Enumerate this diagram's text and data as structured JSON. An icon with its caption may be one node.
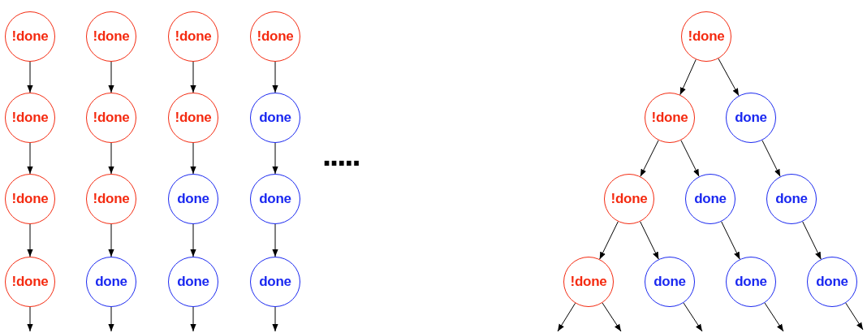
{
  "diagram": {
    "nodes": [
      {
        "text": [
          "!done"
        ]
      },
      {
        "text": [
          "!done"
        ]
      },
      {
        "text": [
          "!done"
        ]
      },
      {
        "text": [
          "!done"
        ]
      },
      {
        "text": [
          "!done"
        ]
      },
      {
        "text": [
          "!done"
        ]
      },
      {
        "text": [
          "!done"
        ]
      },
      {
        "text": [
          "done"
        ]
      },
      {
        "text": [
          "!done"
        ]
      },
      {
        "text": [
          "!done"
        ]
      },
      {
        "text": [
          "done"
        ]
      },
      {
        "text": [
          "done"
        ]
      },
      {
        "text": [
          "!done"
        ]
      },
      {
        "text": [
          "done"
        ]
      },
      {
        "text": [
          "done"
        ]
      },
      {
        "text": [
          "done"
        ]
      },
      {
        "text": [
          "!done"
        ]
      },
      {
        "text": [
          "!done"
        ]
      },
      {
        "text": [
          "done"
        ]
      },
      {
        "text": [
          "!done"
        ]
      },
      {
        "text": [
          "done"
        ]
      },
      {
        "text": [
          "done"
        ]
      },
      {
        "text": [
          "!done"
        ]
      },
      {
        "text": [
          "done"
        ]
      },
      {
        "text": [
          "done"
        ]
      },
      {
        "text": [
          "done"
        ]
      }
    ],
    "edges": [
      {
        "from": 0,
        "to": 4,
        "arrow": "to"
      },
      {
        "from": 4,
        "to": 8,
        "arrow": "to"
      },
      {
        "from": 8,
        "to": 12,
        "arrow": "to"
      },
      {
        "from": 1,
        "to": 5,
        "arrow": "to"
      },
      {
        "from": 5,
        "to": 9,
        "arrow": "to"
      },
      {
        "from": 9,
        "to": 13,
        "arrow": "to"
      },
      {
        "from": 2,
        "to": 6,
        "arrow": "to"
      },
      {
        "from": 6,
        "to": 10,
        "arrow": "to"
      },
      {
        "from": 10,
        "to": 14,
        "arrow": "to"
      },
      {
        "from": 3,
        "to": 7,
        "arrow": "to"
      },
      {
        "from": 7,
        "to": 11,
        "arrow": "to"
      },
      {
        "from": 11,
        "to": 15,
        "arrow": "to"
      },
      {
        "from": 12,
        "to": null,
        "arrow": "to"
      },
      {
        "from": 13,
        "to": null,
        "arrow": "to"
      },
      {
        "from": 14,
        "to": null,
        "arrow": "to"
      },
      {
        "from": 15,
        "to": null,
        "arrow": "to"
      },
      {
        "from": 16,
        "to": 17,
        "arrow": "to"
      },
      {
        "from": 16,
        "to": 18,
        "arrow": "to"
      },
      {
        "from": 17,
        "to": 19,
        "arrow": "to"
      },
      {
        "from": 17,
        "to": 20,
        "arrow": "to"
      },
      {
        "from": 18,
        "to": 21,
        "arrow": "to"
      },
      {
        "from": 19,
        "to": 22,
        "arrow": "to"
      },
      {
        "from": 19,
        "to": 23,
        "arrow": "to"
      },
      {
        "from": 20,
        "to": 24,
        "arrow": "to"
      },
      {
        "from": 21,
        "to": 25,
        "arrow": "to"
      },
      {
        "from": 22,
        "to": null,
        "arrow": "to"
      },
      {
        "from": 22,
        "to": null,
        "arrow": "to"
      },
      {
        "from": 23,
        "to": null,
        "arrow": "to"
      },
      {
        "from": 24,
        "to": null,
        "arrow": "to"
      },
      {
        "from": 25,
        "to": null,
        "arrow": "to"
      }
    ],
    "labels": [
      "....."
    ]
  }
}
